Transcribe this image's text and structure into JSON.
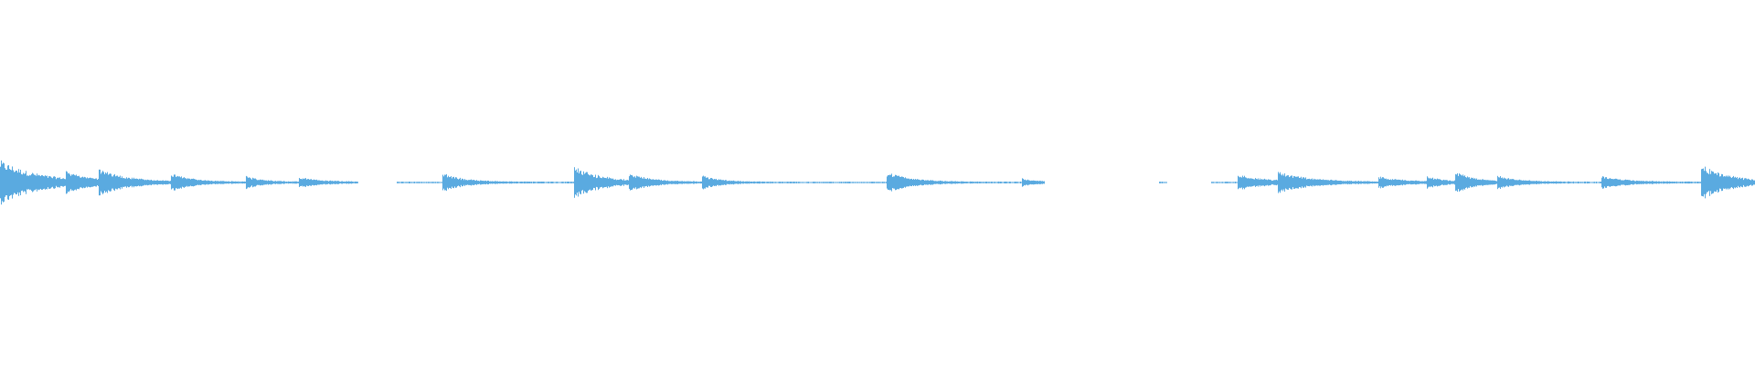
{
  "waveform": {
    "color": "#5aaae0",
    "bursts": [
      {
        "start": 0.0,
        "peak": 0.12,
        "decay": 0.022
      },
      {
        "start": 0.037,
        "peak": 0.045,
        "decay": 0.012
      },
      {
        "start": 0.056,
        "peak": 0.06,
        "decay": 0.016
      },
      {
        "start": 0.097,
        "peak": 0.045,
        "decay": 0.012
      },
      {
        "start": 0.14,
        "peak": 0.032,
        "decay": 0.01
      },
      {
        "start": 0.17,
        "peak": 0.028,
        "decay": 0.012
      },
      {
        "start": 0.252,
        "peak": 0.05,
        "decay": 0.012
      },
      {
        "start": 0.327,
        "peak": 0.085,
        "decay": 0.016
      },
      {
        "start": 0.358,
        "peak": 0.04,
        "decay": 0.012
      },
      {
        "start": 0.4,
        "peak": 0.035,
        "decay": 0.01
      },
      {
        "start": 0.505,
        "peak": 0.055,
        "decay": 0.014
      },
      {
        "start": 0.582,
        "peak": 0.02,
        "decay": 0.008
      },
      {
        "start": 0.705,
        "peak": 0.04,
        "decay": 0.018
      },
      {
        "start": 0.728,
        "peak": 0.05,
        "decay": 0.018
      },
      {
        "start": 0.785,
        "peak": 0.03,
        "decay": 0.014
      },
      {
        "start": 0.813,
        "peak": 0.028,
        "decay": 0.01
      },
      {
        "start": 0.829,
        "peak": 0.05,
        "decay": 0.012
      },
      {
        "start": 0.853,
        "peak": 0.03,
        "decay": 0.012
      },
      {
        "start": 0.912,
        "peak": 0.035,
        "decay": 0.014
      },
      {
        "start": 0.969,
        "peak": 0.1,
        "decay": 0.016
      }
    ],
    "gaps": [
      [
        0.204,
        0.226
      ],
      [
        0.595,
        0.612
      ],
      [
        0.6,
        0.66
      ],
      [
        0.665,
        0.69
      ]
    ]
  }
}
